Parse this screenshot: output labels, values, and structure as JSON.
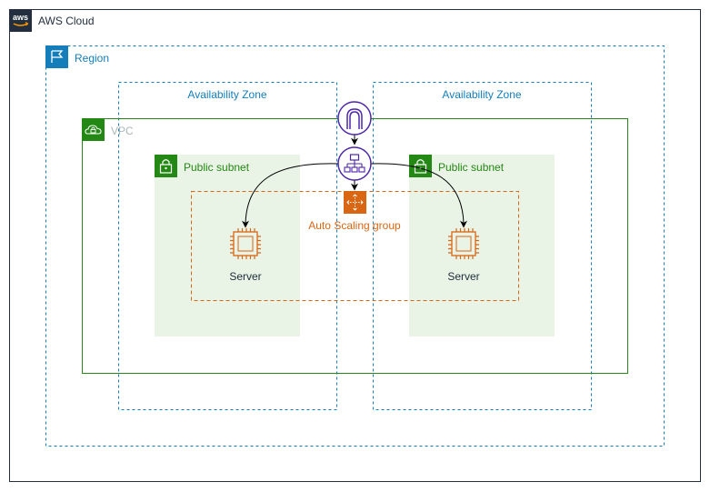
{
  "diagram": {
    "cloud": {
      "label": "AWS Cloud",
      "logo_text": "aws",
      "icon": "aws-logo-icon"
    },
    "region": {
      "label": "Region",
      "icon": "region-flag-icon",
      "color": "#147EBA"
    },
    "zones": [
      {
        "label": "Availability Zone",
        "color": "#147EBA"
      },
      {
        "label": "Availability Zone",
        "color": "#147EBA"
      }
    ],
    "vpc": {
      "label": "VPC",
      "icon": "vpc-cloud-lock-icon",
      "color": "#248814",
      "label_color": "#AAB7B8"
    },
    "subnets": [
      {
        "label": "Public subnet",
        "icon": "subnet-lock-icon",
        "color": "#248814",
        "fill": "#E9F3E6"
      },
      {
        "label": "Public subnet",
        "icon": "subnet-lock-icon",
        "color": "#248814",
        "fill": "#E9F3E6"
      }
    ],
    "autoscaling": {
      "label": "Auto Scaling group",
      "icon": "auto-scaling-icon",
      "color": "#D86613"
    },
    "servers": [
      {
        "label": "Server",
        "icon": "ec2-instance-icon",
        "color": "#D86613"
      },
      {
        "label": "Server",
        "icon": "ec2-instance-icon",
        "color": "#D86613"
      }
    ],
    "gateway": {
      "icon": "internet-gateway-icon",
      "color": "#4D27AA"
    },
    "load_balancer": {
      "icon": "load-balancer-icon",
      "color": "#4D27AA"
    }
  }
}
